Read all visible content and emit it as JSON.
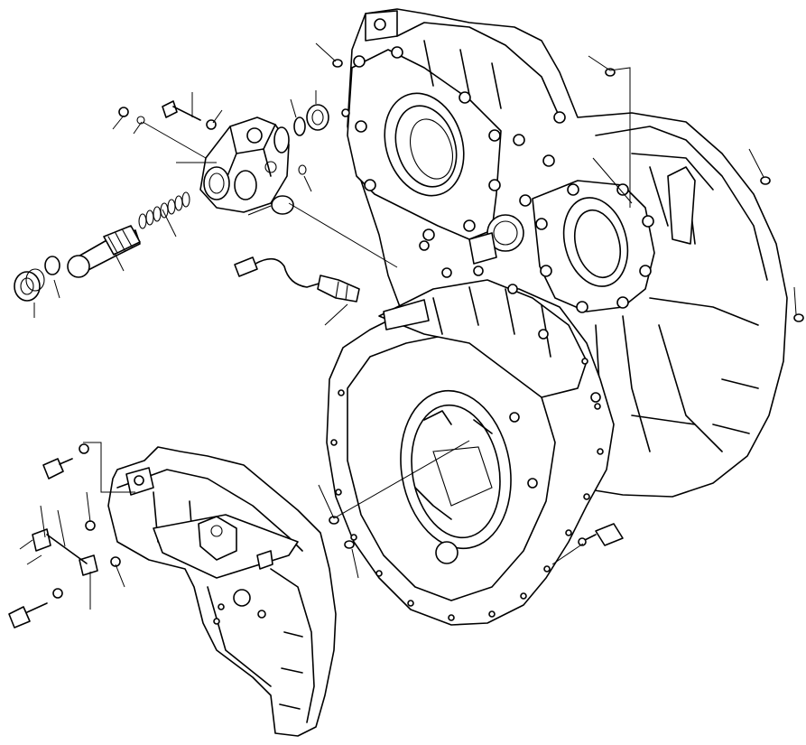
{
  "diagram": {
    "type": "exploded-parts-view",
    "line_color": "#000000",
    "background_color": "#ffffff",
    "parts": [
      {
        "id": "transmission-case-upper"
      },
      {
        "id": "flywheel-housing-lower"
      },
      {
        "id": "side-cover-left"
      },
      {
        "id": "valve-body"
      },
      {
        "id": "spring-plug-assembly"
      },
      {
        "id": "sensor-with-harness"
      },
      {
        "id": "mounting-bolts"
      }
    ]
  }
}
